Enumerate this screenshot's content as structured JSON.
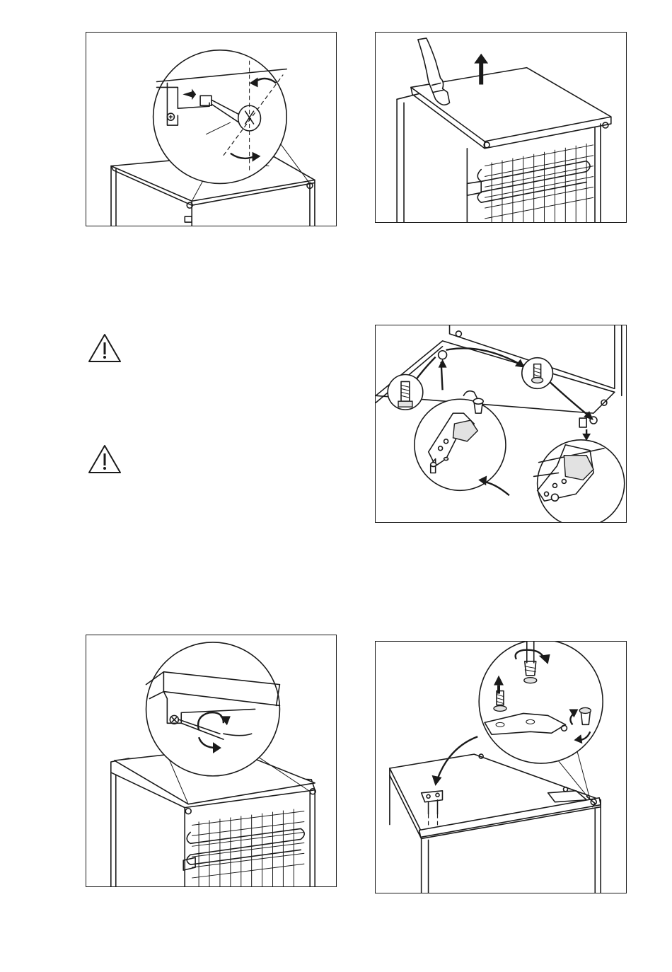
{
  "page": {
    "figures": [
      {
        "id": "fig-1",
        "icon": "screwdriver-remove-cap-screws"
      },
      {
        "id": "fig-2",
        "icon": "lift-top-cover"
      },
      {
        "id": "fig-3",
        "icon": "move-hinge-pin-and-screws"
      },
      {
        "id": "fig-4",
        "icon": "screw-in-top-cover"
      },
      {
        "id": "fig-5",
        "icon": "reposition-top-hinge"
      }
    ],
    "warnings": [
      {
        "icon": "warning-triangle-icon"
      },
      {
        "icon": "warning-triangle-icon"
      }
    ]
  }
}
